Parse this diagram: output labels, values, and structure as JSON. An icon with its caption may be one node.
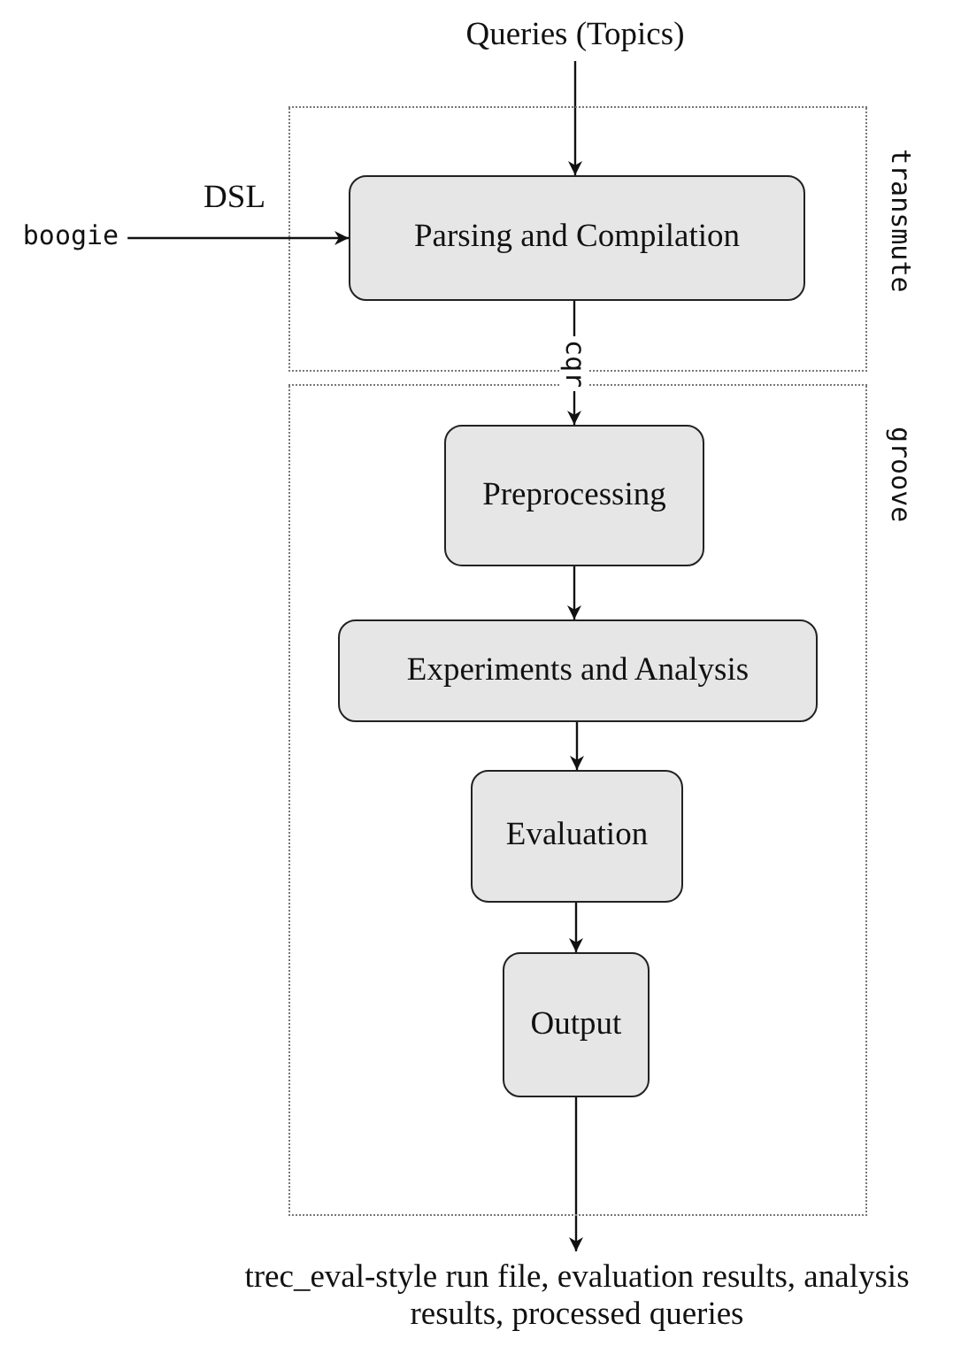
{
  "diagram": {
    "nodes": [
      {
        "text": [
          "transmute"
        ]
      },
      {
        "text": [
          "Queries (Topics)"
        ]
      },
      {
        "text": [
          "boogie"
        ]
      },
      {
        "text": [
          "Parsing and Compilation"
        ],
        "in": 0
      },
      {
        "text": [
          "groove"
        ]
      },
      {
        "text": [
          "Preprocessing"
        ],
        "in": 4
      },
      {
        "text": [
          "Experiments and Analysis"
        ],
        "in": 4
      },
      {
        "text": [
          "Evaluation"
        ],
        "in": 4
      },
      {
        "text": [
          "Output"
        ],
        "in": 4
      },
      {
        "text": [
          "trec_eval-style run file, evaluation results, analysis results, processed queries"
        ]
      }
    ],
    "edges": [
      {
        "from": 1,
        "to": 3,
        "arrow": "to"
      },
      {
        "from": 2,
        "to": 3,
        "arrow": "to",
        "label": "DSL"
      },
      {
        "from": 3,
        "to": 5,
        "arrow": "to",
        "label": "cqr"
      },
      {
        "from": 5,
        "to": 6,
        "arrow": "to"
      },
      {
        "from": 6,
        "to": 7,
        "arrow": "to"
      },
      {
        "from": 7,
        "to": 8,
        "arrow": "to"
      },
      {
        "from": 8,
        "to": 9,
        "arrow": "to"
      }
    ]
  }
}
